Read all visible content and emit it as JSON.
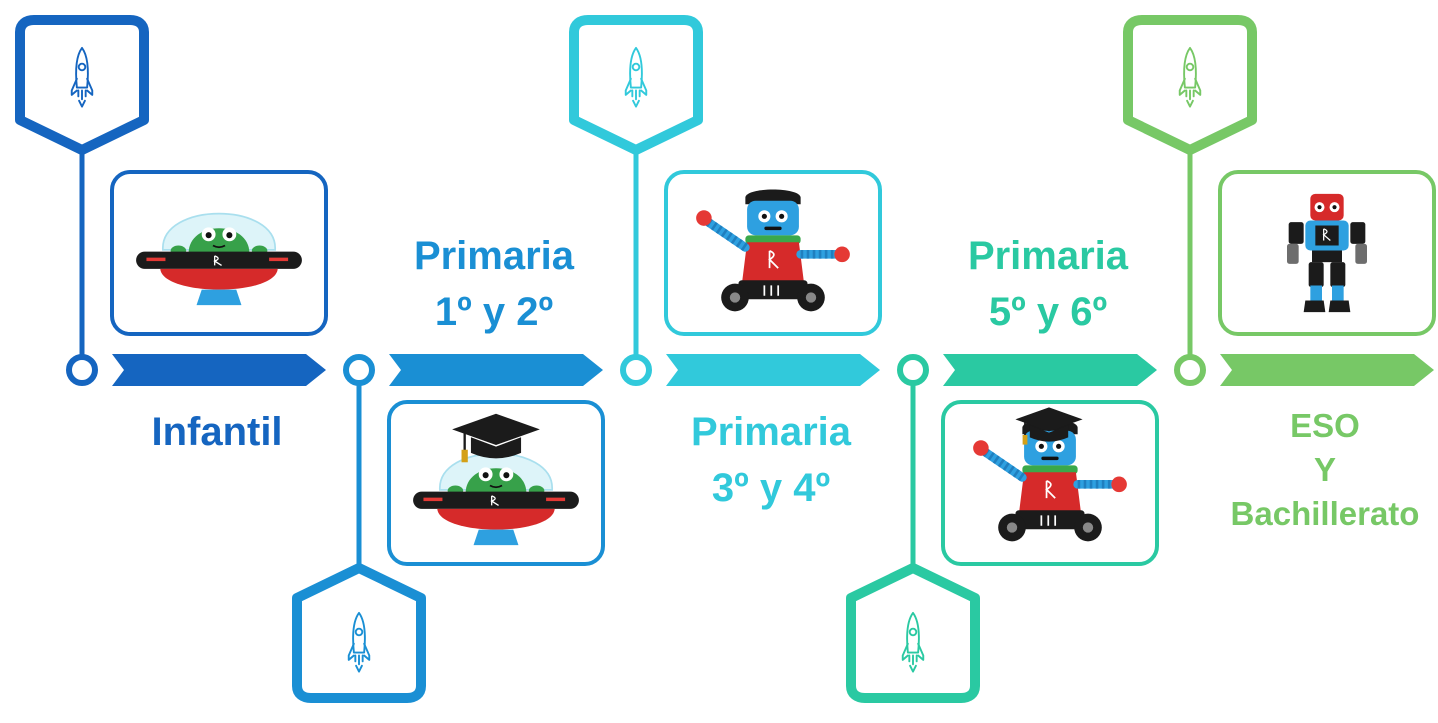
{
  "stages": [
    {
      "label_lines": [
        "Infantil"
      ],
      "color": "#1565c0",
      "badge_position": "top",
      "text_position": "below",
      "character": "alien-ufo"
    },
    {
      "label_lines": [
        "Primaria",
        "1º y 2º"
      ],
      "color": "#1a8fd4",
      "badge_position": "bottom",
      "text_position": "above",
      "character": "alien-ufo-graduate"
    },
    {
      "label_lines": [
        "Primaria",
        "3º y 4º"
      ],
      "color": "#31c9db",
      "badge_position": "top",
      "text_position": "below",
      "character": "wheeled-robot"
    },
    {
      "label_lines": [
        "Primaria",
        "5º y 6º"
      ],
      "color": "#2ac9a2",
      "badge_position": "bottom",
      "text_position": "above",
      "character": "wheeled-robot-graduate"
    },
    {
      "label_lines": [
        "ESO",
        "Y",
        "Bachillerato"
      ],
      "color": "#77c866",
      "badge_position": "top",
      "text_position": "below",
      "character": "humanoid-robot"
    }
  ],
  "icons": {
    "badge": "rocket-icon",
    "arrow": "chevron-arrow"
  }
}
